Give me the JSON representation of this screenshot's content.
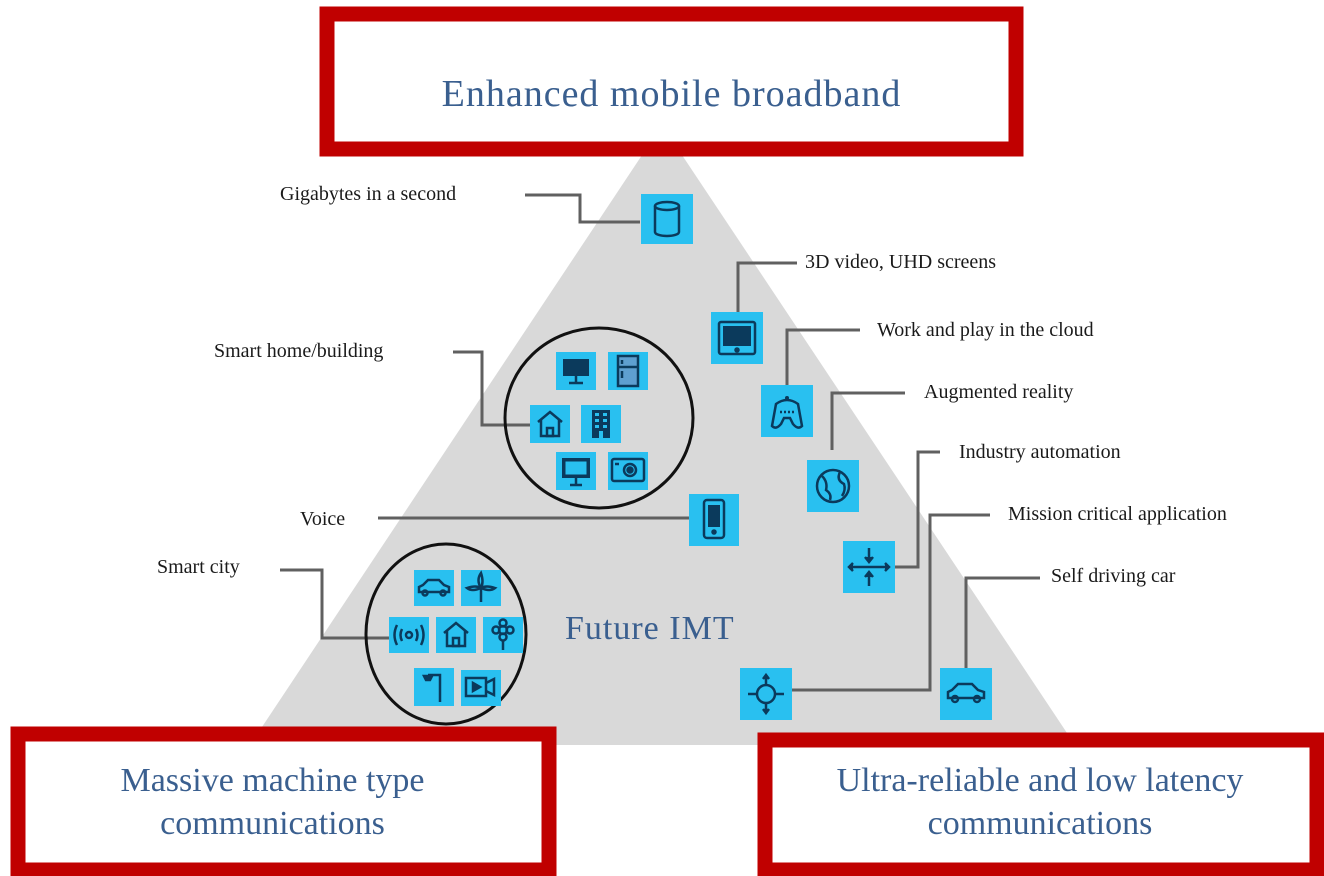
{
  "colors": {
    "red_frame": "#c00000",
    "triangle": "#d9d9d9",
    "icon_bg": "#29c0f0",
    "icon_stroke": "#0b3a5c",
    "connector": "#606060",
    "title_text": "#3a5f8f"
  },
  "top_box": {
    "title": "Enhanced mobile broadband"
  },
  "bottom_left_box": {
    "line1": "Massive machine type",
    "line2": "communications"
  },
  "bottom_right_box": {
    "line1": "Ultra-reliable and low latency",
    "line2": "communications"
  },
  "center_label": "Future IMT",
  "labels": {
    "gigabytes": "Gigabytes in a second",
    "video": "3D video, UHD screens",
    "cloud": "Work and play in the cloud",
    "ar": "Augmented reality",
    "smart_home": "Smart home/building",
    "industry": "Industry automation",
    "mission": "Mission critical application",
    "voice": "Voice",
    "self_driving": "Self driving car",
    "smart_city": "Smart city"
  },
  "icons": {
    "gigabytes": "database-cylinder-icon",
    "video": "tablet-screen-icon",
    "cloud": "gamepad-icon",
    "ar": "globe-icon",
    "voice": "smartphone-icon",
    "industry": "arrows-converge-icon",
    "mission": "crosshair-icon",
    "self_driving": "car-icon",
    "smart_home": [
      "monitor-icon",
      "fridge-icon",
      "house-icon",
      "building-icon",
      "tv-icon",
      "washer-icon"
    ],
    "smart_city": [
      "car-icon",
      "wind-turbine-icon",
      "signal-icon",
      "house-icon",
      "sensor-icon",
      "streetlight-icon",
      "camera-icon"
    ]
  }
}
